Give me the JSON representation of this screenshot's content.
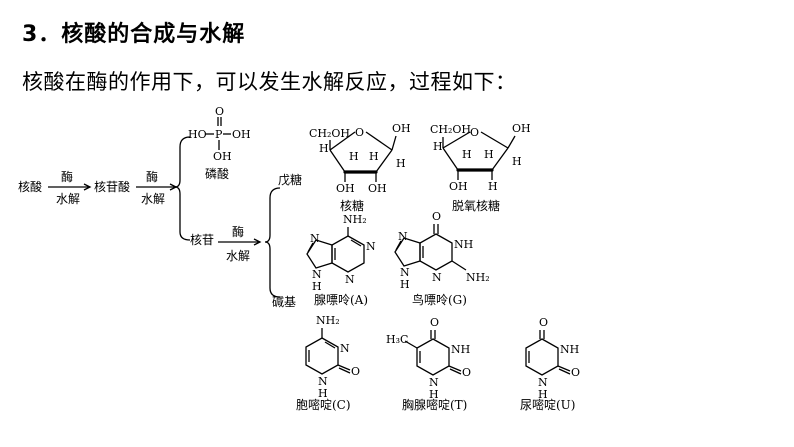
{
  "heading": "3．核酸的合成与水解",
  "intro": "核酸在酶的作用下，可以发生水解反应，过程如下：",
  "flow": {
    "start": "核酸",
    "arrow_top": "酶",
    "arrow_bottom": "水解",
    "step2": "核苷酸",
    "phosphate_label": "磷酸",
    "nucleoside": "核苷",
    "pentose": "戊糖",
    "base": "碱基"
  },
  "sugars": {
    "ribose": "核糖",
    "deoxyribose": "脱氧核糖"
  },
  "bases": {
    "adenine": "腺嘌呤(A)",
    "guanine": "鸟嘌呤(G)",
    "cytosine": "胞嘧啶(C)",
    "thymine": "胸腺嘧啶(T)",
    "uracil": "尿嘧啶(U)"
  },
  "atoms": {
    "H": "H",
    "N": "N",
    "O": "O",
    "P": "P",
    "OH": "OH",
    "HO": "HO",
    "CH2OH": "CH₂OH",
    "NH2": "NH₂",
    "NH": "NH",
    "H3C": "H₃C"
  }
}
